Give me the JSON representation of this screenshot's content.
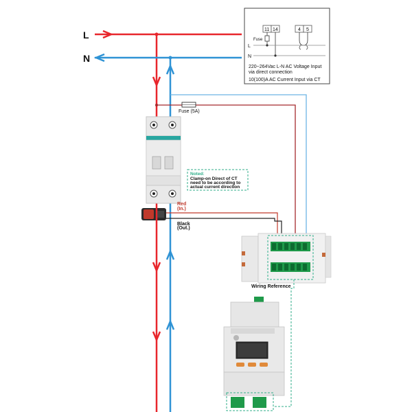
{
  "lines": {
    "l_label": "L",
    "n_label": "N"
  },
  "legend_box": {
    "terminal_11": "11",
    "terminal_14": "14",
    "terminal_4": "4",
    "terminal_5": "5",
    "fuse_label": "Fuse",
    "l_label": "L",
    "n_label": "N",
    "voltage_line1": "220~264Vac L-N AC Voltage Input",
    "voltage_line2": "via direct connection",
    "current_line": "10(100)A AC Current Input via CT"
  },
  "fuse": {
    "label": "Fuse (5A)"
  },
  "note": {
    "title": "Noted:",
    "line1": "Clamp-on Direct of CT",
    "line2": "need to be according to",
    "line3": "actual current direction"
  },
  "ct": {
    "red_label": "Red",
    "red_sub": "(In.)",
    "black_label": "Black",
    "black_sub": "(Out.)"
  },
  "wiring_reference": {
    "label": "Wiring Reference"
  },
  "colors": {
    "live": "#e8262c",
    "neutral": "#2f93d5",
    "dark_red": "#a5282c",
    "note_green": "#2fae8a",
    "terminal_green": "#1f9a4a"
  }
}
